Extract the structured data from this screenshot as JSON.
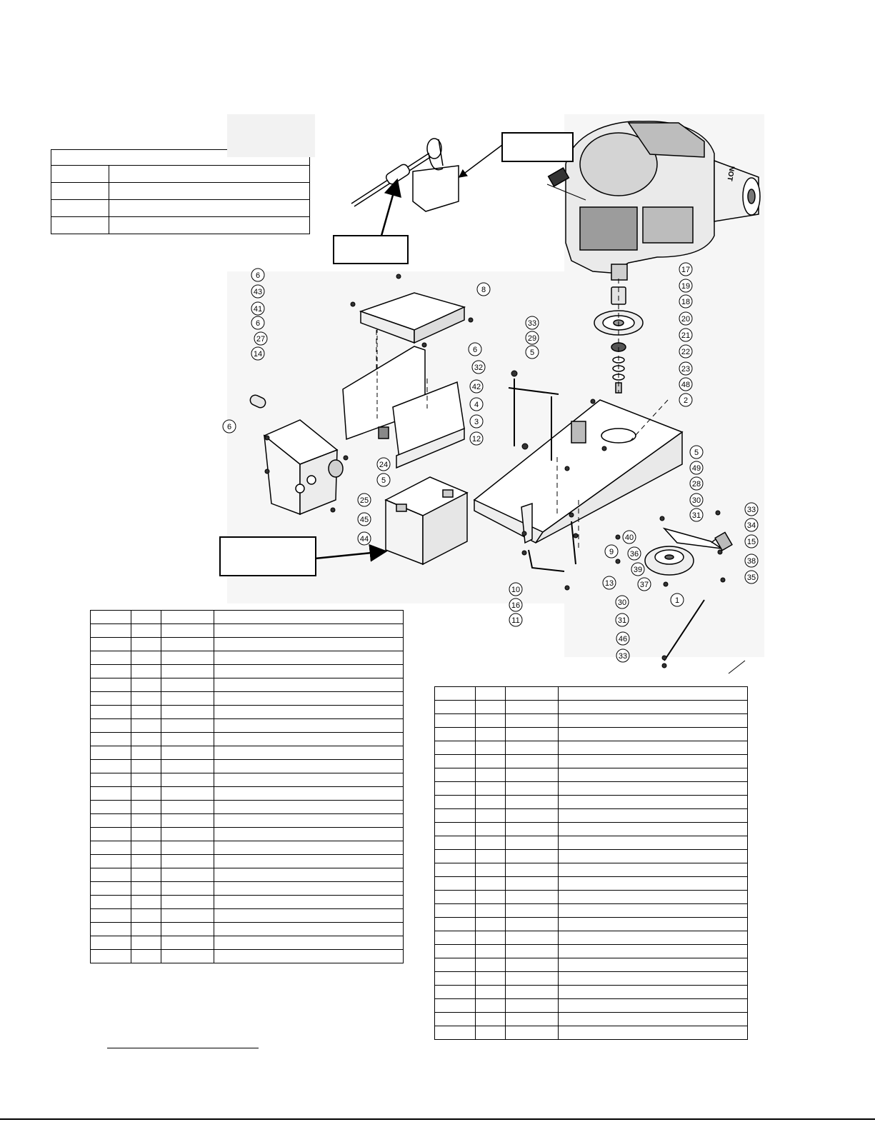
{
  "small_table": {
    "header": "",
    "rows": [
      [
        "",
        ""
      ],
      [
        "",
        ""
      ],
      [
        "",
        ""
      ],
      [
        "",
        ""
      ]
    ]
  },
  "left_table": {
    "rows": [
      [
        "",
        "",
        "",
        ""
      ],
      [
        "",
        "",
        "",
        ""
      ],
      [
        "",
        "",
        "",
        ""
      ],
      [
        "",
        "",
        "",
        ""
      ],
      [
        "",
        "",
        "",
        ""
      ],
      [
        "",
        "",
        "",
        ""
      ],
      [
        "",
        "",
        "",
        ""
      ],
      [
        "",
        "",
        "",
        ""
      ],
      [
        "",
        "",
        "",
        ""
      ],
      [
        "",
        "",
        "",
        ""
      ],
      [
        "",
        "",
        "",
        ""
      ],
      [
        "",
        "",
        "",
        ""
      ],
      [
        "",
        "",
        "",
        ""
      ],
      [
        "",
        "",
        "",
        ""
      ],
      [
        "",
        "",
        "",
        ""
      ],
      [
        "",
        "",
        "",
        ""
      ],
      [
        "",
        "",
        "",
        ""
      ],
      [
        "",
        "",
        "",
        ""
      ],
      [
        "",
        "",
        "",
        ""
      ],
      [
        "",
        "",
        "",
        ""
      ],
      [
        "",
        "",
        "",
        ""
      ],
      [
        "",
        "",
        "",
        ""
      ],
      [
        "",
        "",
        "",
        ""
      ],
      [
        "",
        "",
        "",
        ""
      ],
      [
        "",
        "",
        "",
        ""
      ]
    ]
  },
  "right_table": {
    "rows": [
      [
        "",
        "",
        "",
        ""
      ],
      [
        "",
        "",
        "",
        ""
      ],
      [
        "",
        "",
        "",
        ""
      ],
      [
        "",
        "",
        "",
        ""
      ],
      [
        "",
        "",
        "",
        ""
      ],
      [
        "",
        "",
        "",
        ""
      ],
      [
        "",
        "",
        "",
        ""
      ],
      [
        "",
        "",
        "",
        ""
      ],
      [
        "",
        "",
        "",
        ""
      ],
      [
        "",
        "",
        "",
        ""
      ],
      [
        "",
        "",
        "",
        ""
      ],
      [
        "",
        "",
        "",
        ""
      ],
      [
        "",
        "",
        "",
        ""
      ],
      [
        "",
        "",
        "",
        ""
      ],
      [
        "",
        "",
        "",
        ""
      ],
      [
        "",
        "",
        "",
        ""
      ],
      [
        "",
        "",
        "",
        ""
      ],
      [
        "",
        "",
        "",
        ""
      ],
      [
        "",
        "",
        "",
        ""
      ],
      [
        "",
        "",
        "",
        ""
      ],
      [
        "",
        "",
        "",
        ""
      ],
      [
        "",
        "",
        "",
        ""
      ],
      [
        "",
        "",
        "",
        ""
      ],
      [
        "",
        "",
        "",
        ""
      ],
      [
        "",
        "",
        "",
        ""
      ]
    ]
  },
  "callouts": {
    "engine_box": "",
    "fuel_box": "",
    "battery_box": ""
  },
  "engine_label": "NOT",
  "part_labels": [
    "6",
    "43",
    "41",
    "6",
    "27",
    "14",
    "6",
    "8",
    "6",
    "24",
    "5",
    "25",
    "45",
    "44",
    "32",
    "42",
    "4",
    "3",
    "12",
    "33",
    "29",
    "5",
    "17",
    "19",
    "18",
    "20",
    "21",
    "22",
    "23",
    "48",
    "2",
    "5",
    "49",
    "28",
    "30",
    "31",
    "33",
    "34",
    "15",
    "38",
    "35",
    "40",
    "36",
    "39",
    "37",
    "1",
    "9",
    "13",
    "30",
    "31",
    "10",
    "16",
    "11",
    "46",
    "33"
  ],
  "colors": {
    "ink": "#000000",
    "paper": "#ffffff",
    "line": "#000000"
  }
}
